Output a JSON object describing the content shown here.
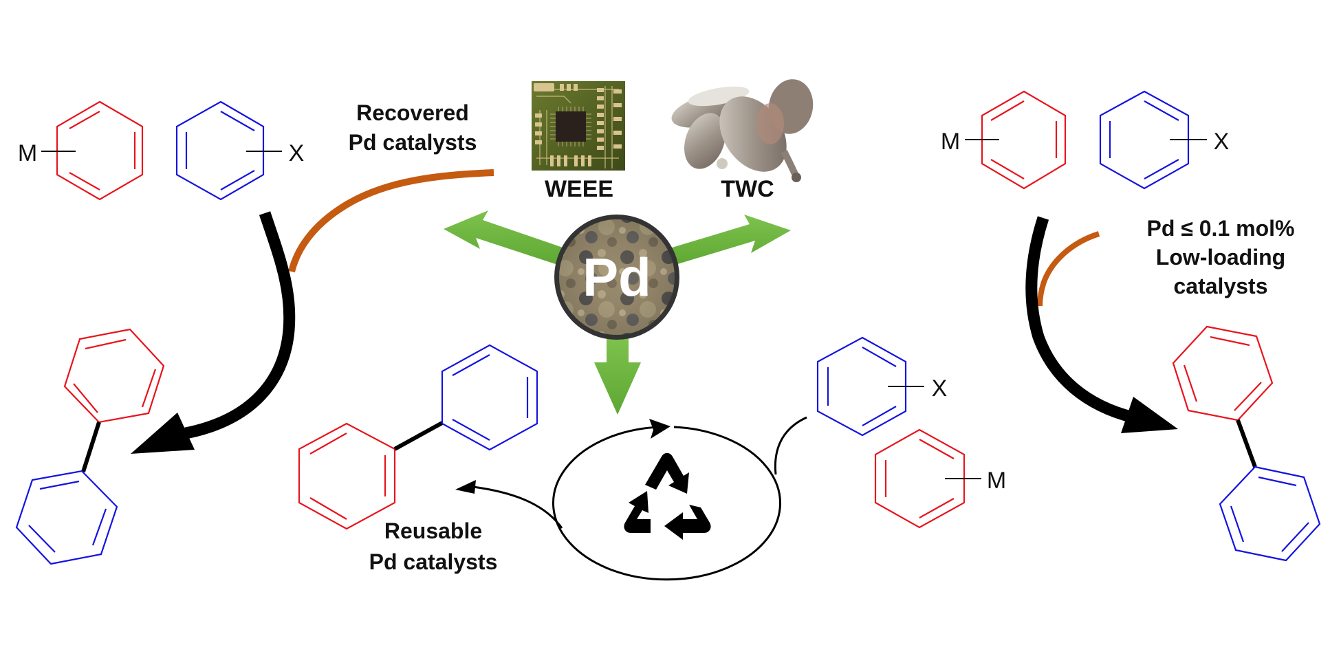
{
  "figure": {
    "title": "Pd recovery and reuse in cross-coupling",
    "colors": {
      "organometallic_ring": "#e8141c",
      "halide_ring": "#1414e0",
      "bond": "#000000",
      "catalyst_arc": "#c55a11",
      "green_arrow": "#6db33f",
      "pd_rim": "#2e2e2e"
    }
  },
  "sources": {
    "weee_label": "WEEE",
    "twc_label": "TWC",
    "center_label": "Pd"
  },
  "left_panel": {
    "reagent_m_sub": "M",
    "reagent_x_sub": "X",
    "label_line1": "Recovered",
    "label_line2": "Pd catalysts"
  },
  "right_panel": {
    "reagent_m_sub": "M",
    "reagent_x_sub": "X",
    "label_line1": "Pd ≤ 0.1 mol%",
    "label_line2": "Low-loading",
    "label_line3": "catalysts"
  },
  "bottom_panel": {
    "reagent_x_sub": "X",
    "reagent_m_sub": "M",
    "label_line1": "Reusable",
    "label_line2": "Pd catalysts",
    "cycle_icon": "recycle-icon"
  }
}
